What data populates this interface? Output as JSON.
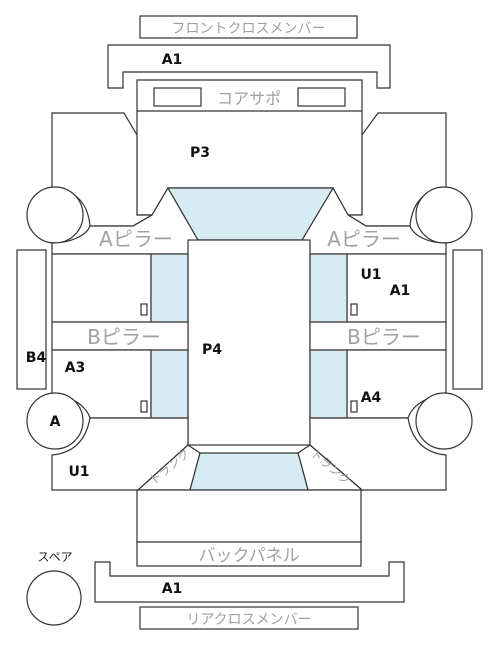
{
  "panels": {
    "front_cross_member": "フロントクロスメンバー",
    "core_support": "コアサポ",
    "a_pillar_left": "Aピラー",
    "a_pillar_right": "Aピラー",
    "b_pillar_left": "Bピラー",
    "b_pillar_right": "Bピラー",
    "back_panel": "バックパネル",
    "rear_cross_member": "リアクロスメンバー",
    "trunk_left": "トランク",
    "trunk_right": "トランク",
    "spare": "スペア"
  },
  "labels": {
    "a1_top": "A1",
    "p3": "P3",
    "u1_right": "U1",
    "a1_right": "A1",
    "p4": "P4",
    "b4": "B4",
    "a3": "A3",
    "a4": "A4",
    "a_wheel": "A",
    "u1_left": "U1",
    "a1_bottom": "A1"
  },
  "colors": {
    "line": "#333333",
    "glass": "#d7ebf3",
    "gray_text": "#a0a0a0",
    "label_text": "#111111"
  }
}
